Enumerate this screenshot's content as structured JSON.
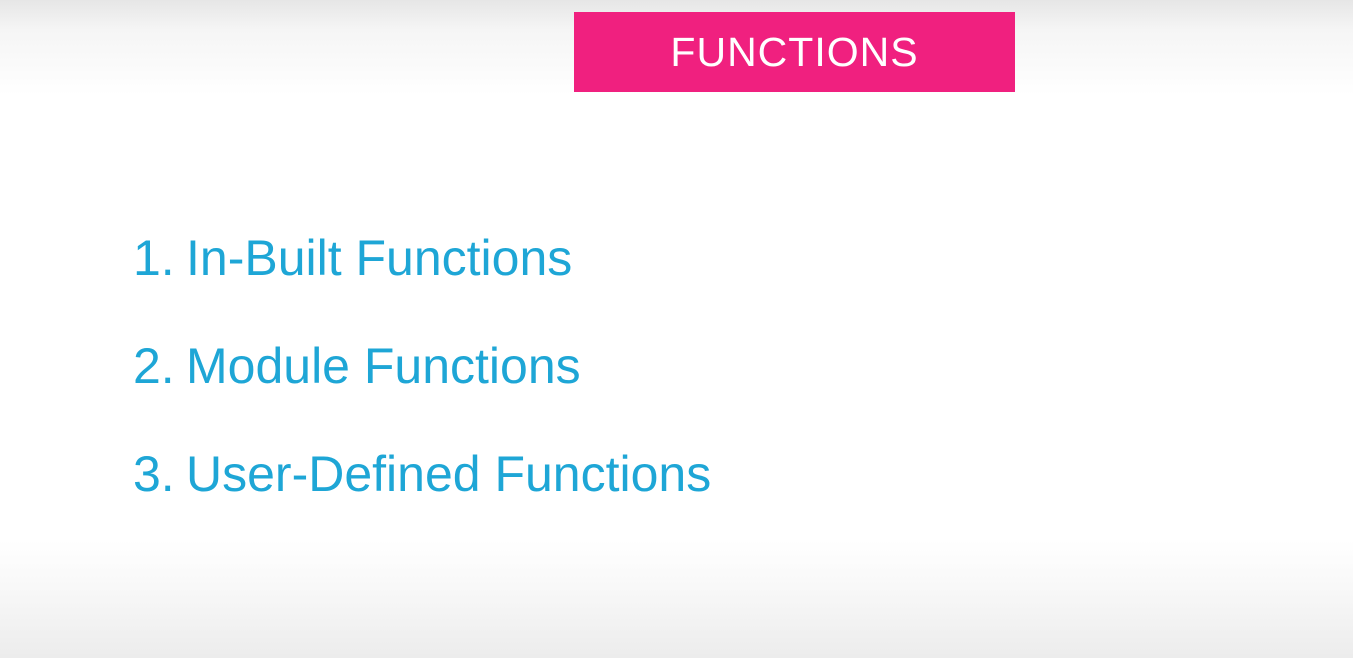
{
  "title": {
    "text": "FUNCTIONS",
    "background_color": "#f0207f",
    "text_color": "#ffffff"
  },
  "list": {
    "text_color": "#1ea6d6",
    "items": [
      {
        "number": "1.",
        "label": "In-Built Functions"
      },
      {
        "number": "2.",
        "label": "Module Functions"
      },
      {
        "number": "3.",
        "label": "User-Defined Functions"
      }
    ]
  }
}
